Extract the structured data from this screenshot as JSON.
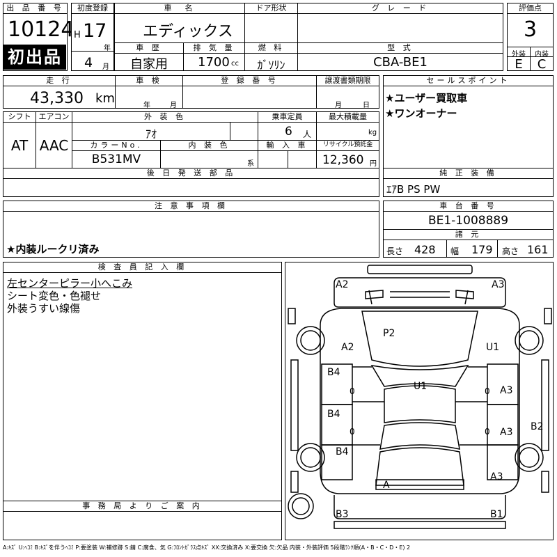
{
  "lot": {
    "label": "出 品 番 号",
    "number": "10124",
    "badge": "初出品"
  },
  "first_reg": {
    "label": "初度登録",
    "era": "H",
    "year": "17",
    "year_unit": "年",
    "month": "4",
    "month_unit": "月"
  },
  "car_name": {
    "label": "車　名",
    "value": "エディックス"
  },
  "door": {
    "label": "ドア形状",
    "value": ""
  },
  "grade": {
    "label": "グ レ ー ド",
    "value": ""
  },
  "score": {
    "label": "評価点",
    "value": "3",
    "ext_label": "外装",
    "int_label": "内装",
    "ext_value": "E",
    "int_value": "C"
  },
  "history": {
    "label": "車 歴",
    "value": "自家用"
  },
  "displacement": {
    "label": "排 気 量",
    "value": "1700",
    "unit": "cc"
  },
  "fuel": {
    "label": "燃 料",
    "value": "ｶﾞｿﾘﾝ"
  },
  "model": {
    "label": "型 式",
    "value": "CBA-BE1"
  },
  "mileage": {
    "label": "走 行",
    "value": "43,330",
    "unit": "km"
  },
  "inspection": {
    "label": "車 検",
    "year_unit": "年",
    "month_unit": "月"
  },
  "reg_no": {
    "label": "登 録 番 号",
    "value": ""
  },
  "doc_deadline": {
    "label": "譲渡書類期限",
    "month_unit": "月",
    "day_unit": "日"
  },
  "sales_point": {
    "label": "セールスポイント",
    "lines": [
      "★ユーザー買取車",
      "★ワンオーナー"
    ]
  },
  "shift": {
    "label": "シフト",
    "value": "AT"
  },
  "aircon": {
    "label": "エアコン",
    "value": "AAC"
  },
  "ext_color": {
    "label": "外 装 色",
    "value": "ｱｵ"
  },
  "capacity": {
    "label": "乗車定員",
    "value": "6",
    "unit": "人"
  },
  "max_load": {
    "label": "最大積載量",
    "value": "",
    "unit": "kg"
  },
  "color_no": {
    "label": "カラーNo.",
    "value": "B531MV"
  },
  "int_color": {
    "label": "内 装 色",
    "value": "",
    "unit": "系"
  },
  "import": {
    "label": "輸 入 車",
    "value": ""
  },
  "recycle": {
    "label": "リサイクル預託金",
    "value": "12,360",
    "unit": "円"
  },
  "later_parts": {
    "label": "後 日 発 送 部 品",
    "value": ""
  },
  "equipment": {
    "label": "純 正 装 備",
    "value": "ｴｱB PS PW"
  },
  "notes": {
    "label": "注 意 事 項 欄",
    "value": "★内装ルークリ済み"
  },
  "chassis": {
    "label": "車 台 番 号",
    "value": "BE1-1008889"
  },
  "specs": {
    "label": "諸 元",
    "length_label": "長さ",
    "length": "428",
    "width_label": "幅",
    "width": "179",
    "height_label": "高さ",
    "height": "161"
  },
  "inspector": {
    "label": "検 査 員 記 入 欄",
    "lines": [
      "左センターピラー小へこみ",
      "シート変色・色褪せ",
      "外装うすい線傷"
    ]
  },
  "office": {
    "label": "事 務 局 よ り ご 案 内",
    "value": ""
  },
  "diagram_marks": {
    "a2_top": "A2",
    "a3_top": "A3",
    "p2": "P2",
    "a2_left": "A2",
    "u1_right": "U1",
    "b4_1": "B4",
    "u1_center": "U1",
    "a3_right1": "A3",
    "b4_2": "B4",
    "a3_right2": "A3",
    "b2": "B2",
    "b4_3": "B4",
    "a3_bottom": "A3",
    "a_rear": "A",
    "b3": "B3",
    "b1": "B1",
    "zero_l1": "0",
    "zero_l2": "0",
    "zero_r1": "0",
    "zero_r2": "0"
  },
  "legend": "A:ｷｽﾞ U:ﾍｺﾐ B:ｷｽﾞを伴うﾍｺﾐ P:要塗装 W:補修跡 S:錆 C:腐食、気 G:ﾌﾛﾝﾄｶﾞﾗｽ点ｷｽﾞ XX:交換済み X:要交換 欠:欠品 内装・外装評価 5段階ﾗﾝｸ順(A・B・C・D・E) 2"
}
